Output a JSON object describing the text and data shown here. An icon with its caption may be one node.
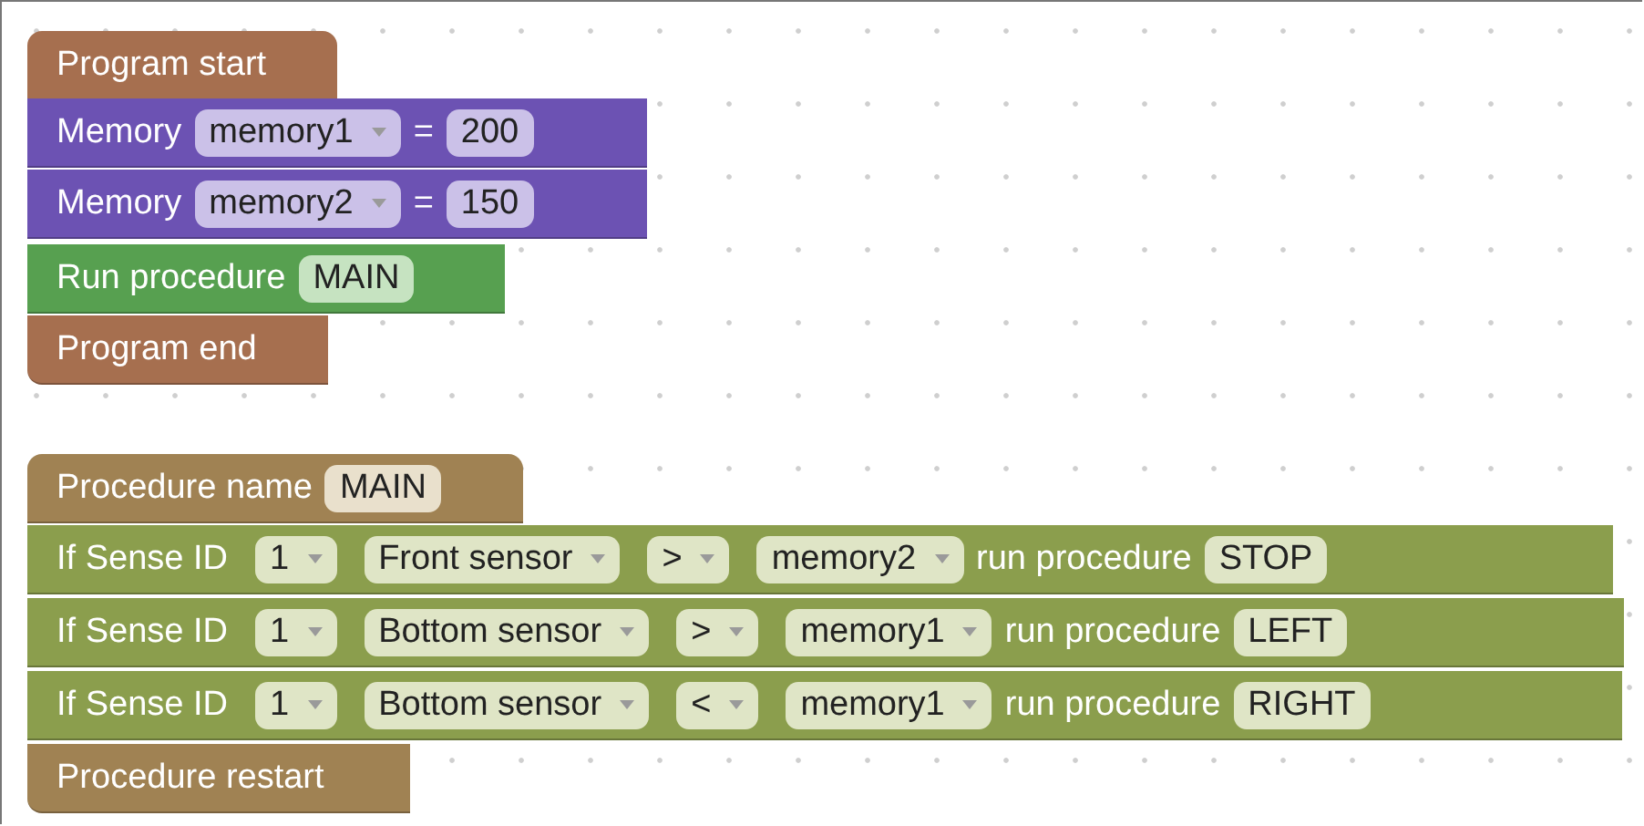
{
  "diagram": {
    "nodes": [
      {
        "text": [
          "Program start"
        ]
      },
      {
        "text": [
          "Memory",
          "="
        ]
      },
      {
        "text": [
          "memory1"
        ],
        "in": 1
      },
      {
        "text": [
          "200"
        ],
        "in": 1
      },
      {
        "text": [
          "Memory",
          "="
        ]
      },
      {
        "text": [
          "memory2"
        ],
        "in": 4
      },
      {
        "text": [
          "150"
        ],
        "in": 4
      },
      {
        "text": [
          "Run procedure"
        ]
      },
      {
        "text": [
          "MAIN"
        ],
        "in": 7
      },
      {
        "text": [
          "Program end"
        ]
      },
      {
        "text": [
          "Procedure name"
        ]
      },
      {
        "text": [
          "MAIN"
        ],
        "in": 10
      },
      {
        "text": [
          "If Sense ID",
          "run procedure"
        ]
      },
      {
        "text": [
          "1"
        ],
        "in": 12
      },
      {
        "text": [
          "Front sensor"
        ],
        "in": 12
      },
      {
        "text": [
          ">"
        ],
        "in": 12
      },
      {
        "text": [
          "memory2"
        ],
        "in": 12
      },
      {
        "text": [
          "STOP"
        ],
        "in": 12
      },
      {
        "text": [
          "If Sense ID",
          "run procedure"
        ]
      },
      {
        "text": [
          "1"
        ],
        "in": 18
      },
      {
        "text": [
          "Bottom sensor"
        ],
        "in": 18
      },
      {
        "text": [
          ">"
        ],
        "in": 18
      },
      {
        "text": [
          "memory1"
        ],
        "in": 18
      },
      {
        "text": [
          "LEFT"
        ],
        "in": 18
      },
      {
        "text": [
          "If Sense ID",
          "run procedure"
        ]
      },
      {
        "text": [
          "1"
        ],
        "in": 24
      },
      {
        "text": [
          "Bottom sensor"
        ],
        "in": 24
      },
      {
        "text": [
          "<"
        ],
        "in": 24
      },
      {
        "text": [
          "memory1"
        ],
        "in": 24
      },
      {
        "text": [
          "RIGHT"
        ],
        "in": 24
      },
      {
        "text": [
          "Procedure restart"
        ]
      }
    ]
  }
}
